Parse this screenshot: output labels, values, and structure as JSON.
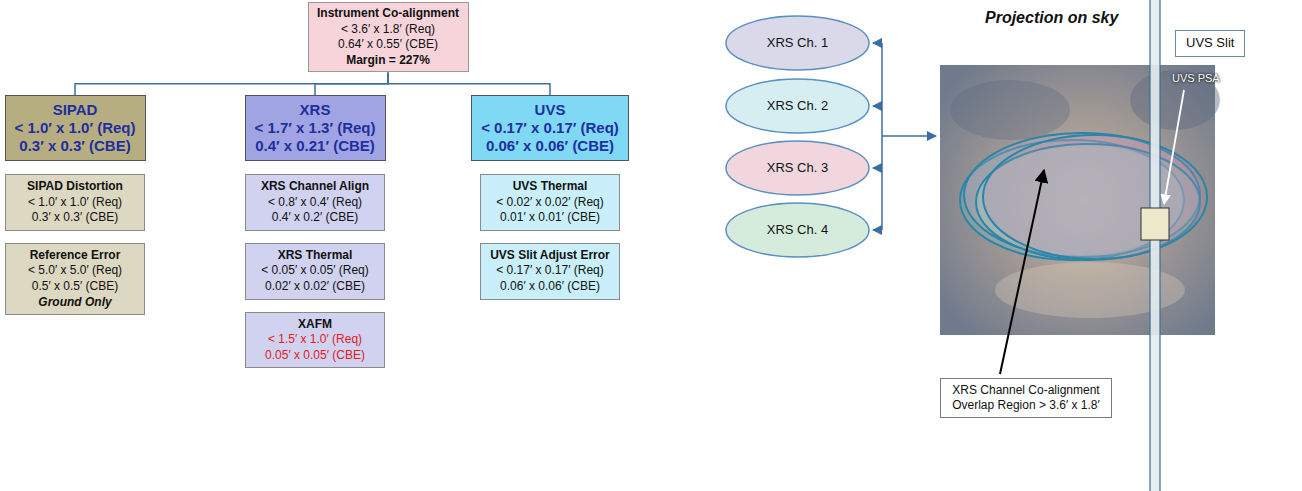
{
  "diagram": {
    "nodes": [
      {
        "text": [
          "Instrument Co-alignment",
          "< 3.6′ x 1.8′ (Req)",
          "0.64′ x 0.55′ (CBE)",
          "Margin = 227%"
        ]
      },
      {
        "text": [
          "SIPAD",
          "< 1.0′ x 1.0′ (Req)",
          "0.3′ x 0.3′ (CBE)"
        ]
      },
      {
        "text": [
          "XRS",
          "< 1.7′ x 1.3′ (Req)",
          "0.4′ x 0.21′ (CBE)"
        ]
      },
      {
        "text": [
          "UVS",
          "< 0.17′ x 0.17′ (Req)",
          "0.06′ x 0.06′ (CBE)"
        ]
      },
      {
        "text": [
          "SIPAD Distortion",
          "< 1.0′ x 1.0′ (Req)",
          "0.3′ x 0.3′ (CBE)"
        ]
      },
      {
        "text": [
          "Reference Error",
          "< 5.0′ x 5.0′ (Req)",
          "0.5′ x 0.5′ (CBE)",
          "Ground Only"
        ]
      },
      {
        "text": [
          "XRS Channel Align",
          "< 0.8′ x 0.4′ (Req)",
          "0.4′ x 0.2′ (CBE)"
        ]
      },
      {
        "text": [
          "XRS Thermal",
          "< 0.05′ x 0.05′ (Req)",
          "0.02′ x 0.02′ (CBE)"
        ]
      },
      {
        "text": [
          "XAFM",
          "< 1.5′ x 1.0′ (Req)",
          "0.05′ x 0.05′ (CBE)"
        ]
      },
      {
        "text": [
          "UVS Thermal",
          "< 0.02′ x 0.02′ (Req)",
          "0.01′ x 0.01′ (CBE)"
        ]
      },
      {
        "text": [
          "UVS Slit Adjust Error",
          "< 0.17′ x 0.17′ (Req)",
          "0.06′ x 0.06′ (CBE)"
        ]
      },
      {
        "text": [
          "XRS Ch. 1"
        ]
      },
      {
        "text": [
          "XRS Ch. 2"
        ]
      },
      {
        "text": [
          "XRS Ch. 3"
        ]
      },
      {
        "text": [
          "XRS Ch. 4"
        ]
      },
      {
        "text": [
          "UVS Slit"
        ]
      },
      {
        "text": [
          "XRS Channel Co-alignment Overlap Region > 3.6′ x 1.8′"
        ]
      }
    ],
    "edges": [
      {
        "from": 0,
        "to": 1,
        "arrow": "none"
      },
      {
        "from": 0,
        "to": 2,
        "arrow": "none"
      },
      {
        "from": 0,
        "to": 3,
        "arrow": "none"
      }
    ],
    "labels": [
      "Projection on sky",
      "UVS PSA"
    ]
  }
}
